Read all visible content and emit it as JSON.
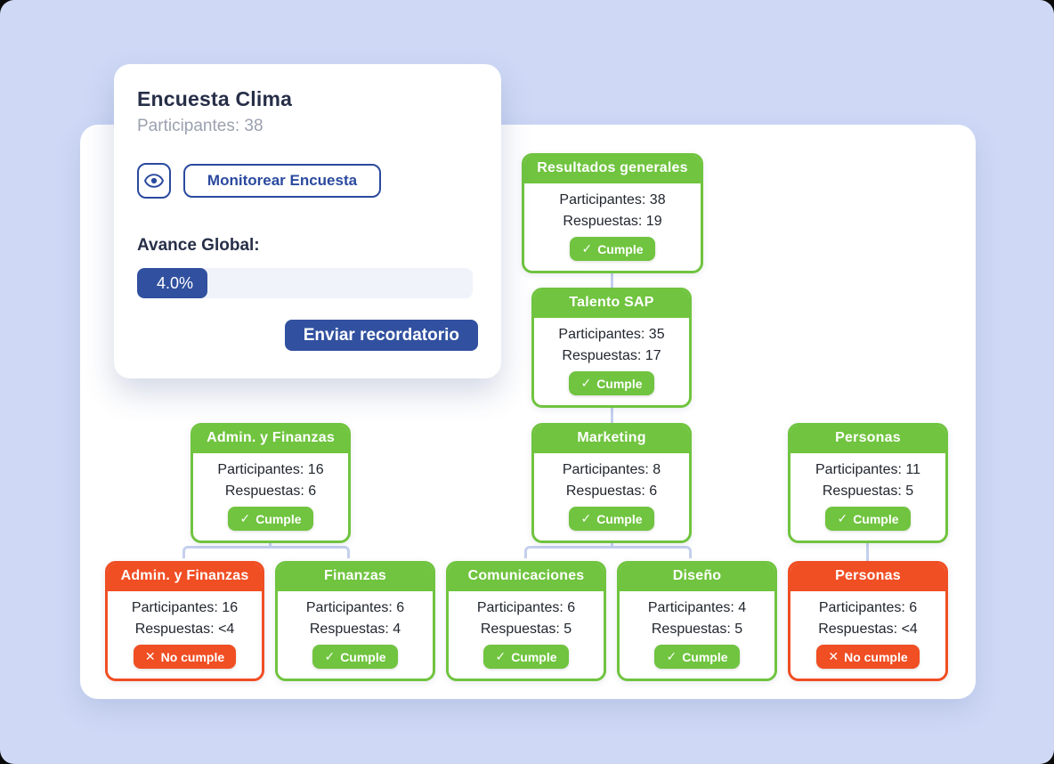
{
  "survey_card": {
    "title": "Encuesta Clima",
    "participants_label": "Participantes: 38",
    "monitor_button_label": "Monitorear Encuesta",
    "progress_section_label": "Avance Global:",
    "progress_value": "4.0%",
    "reminder_button_label": "Enviar recordatorio"
  },
  "org_chart": {
    "nodes": [
      {
        "title": "Resultados generales",
        "participants": "Participantes: 38",
        "responses": "Respuestas: 19",
        "status_icon": "✓",
        "status": "Cumple",
        "state": "ok"
      },
      {
        "title": "Talento SAP",
        "participants": "Participantes: 35",
        "responses": "Respuestas: 17",
        "status_icon": "✓",
        "status": "Cumple",
        "state": "ok"
      },
      {
        "title": "Admin. y Finanzas",
        "participants": "Participantes: 16",
        "responses": "Respuestas: 6",
        "status_icon": "✓",
        "status": "Cumple",
        "state": "ok"
      },
      {
        "title": "Marketing",
        "participants": "Participantes: 8",
        "responses": "Respuestas: 6",
        "status_icon": "✓",
        "status": "Cumple",
        "state": "ok"
      },
      {
        "title": "Personas",
        "participants": "Participantes: 11",
        "responses": "Respuestas: 5",
        "status_icon": "✓",
        "status": "Cumple",
        "state": "ok"
      },
      {
        "title": "Admin. y Finanzas",
        "participants": "Participantes: 16",
        "responses": "Respuestas: <4",
        "status_icon": "✕",
        "status": "No cumple",
        "state": "fail"
      },
      {
        "title": "Finanzas",
        "participants": "Participantes: 6",
        "responses": "Respuestas: 4",
        "status_icon": "✓",
        "status": "Cumple",
        "state": "ok"
      },
      {
        "title": "Comunicaciones",
        "participants": "Participantes: 6",
        "responses": "Respuestas: 5",
        "status_icon": "✓",
        "status": "Cumple",
        "state": "ok"
      },
      {
        "title": "Diseño",
        "participants": "Participantes: 4",
        "responses": "Respuestas: 5",
        "status_icon": "✓",
        "status": "Cumple",
        "state": "ok"
      },
      {
        "title": "Personas",
        "participants": "Participantes: 6",
        "responses": "Respuestas: <4",
        "status_icon": "✕",
        "status": "No cumple",
        "state": "fail"
      }
    ]
  },
  "colors": {
    "compliant_green": "#70c43f",
    "noncompliant_red": "#f04e23",
    "accent_navy": "#2b4a9e",
    "background_lavender": "#cfd9f6"
  }
}
